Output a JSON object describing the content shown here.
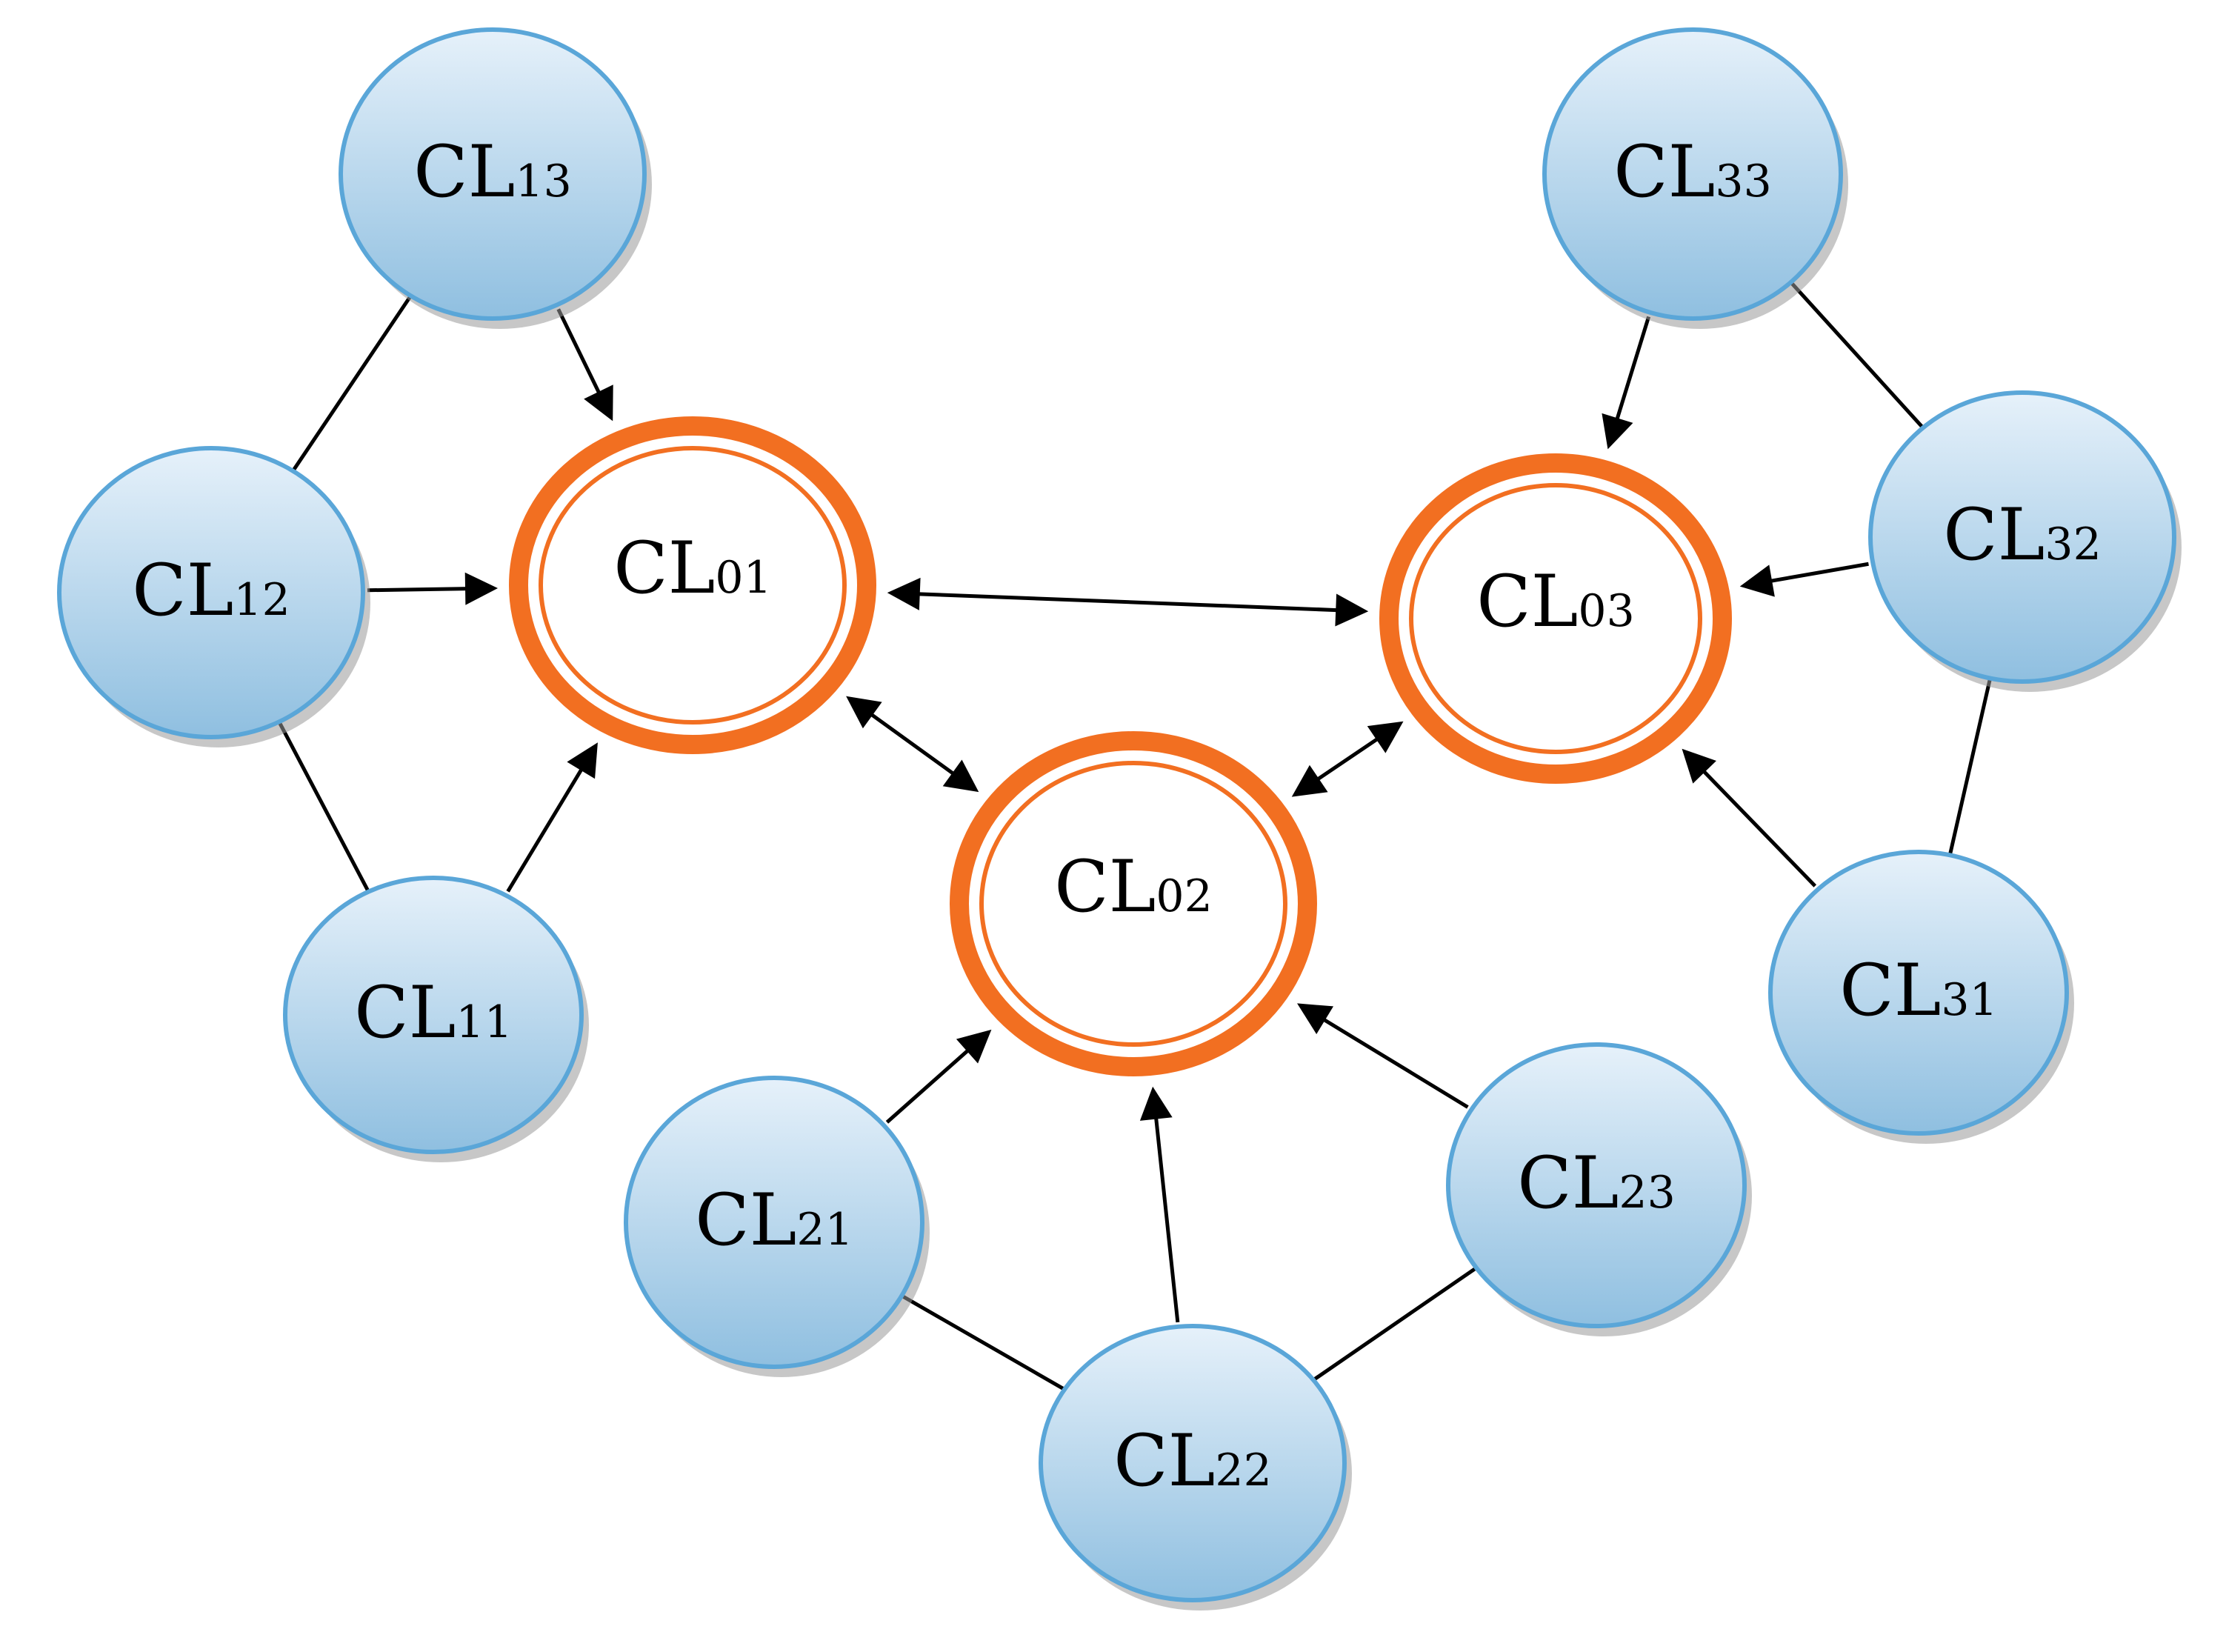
{
  "diagram": {
    "colors": {
      "member_fill_top": "#e6f1fa",
      "member_fill_bottom": "#8fbfe0",
      "member_stroke": "#5aa6d8",
      "hub_stroke": "#f26f21",
      "shadow": "#999999",
      "edge": "#000000"
    },
    "hubs": [
      {
        "id": "CL01",
        "main": "CL",
        "sub": "01"
      },
      {
        "id": "CL02",
        "main": "CL",
        "sub": "02"
      },
      {
        "id": "CL03",
        "main": "CL",
        "sub": "03"
      }
    ],
    "members": [
      {
        "id": "CL11",
        "main": "CL",
        "sub": "11"
      },
      {
        "id": "CL12",
        "main": "CL",
        "sub": "12"
      },
      {
        "id": "CL13",
        "main": "CL",
        "sub": "13"
      },
      {
        "id": "CL21",
        "main": "CL",
        "sub": "21"
      },
      {
        "id": "CL22",
        "main": "CL",
        "sub": "22"
      },
      {
        "id": "CL23",
        "main": "CL",
        "sub": "23"
      },
      {
        "id": "CL31",
        "main": "CL",
        "sub": "31"
      },
      {
        "id": "CL32",
        "main": "CL",
        "sub": "32"
      },
      {
        "id": "CL33",
        "main": "CL",
        "sub": "33"
      }
    ],
    "edges": [
      {
        "from": "CL13",
        "to": "CL01",
        "type": "arrow"
      },
      {
        "from": "CL12",
        "to": "CL01",
        "type": "arrow"
      },
      {
        "from": "CL11",
        "to": "CL01",
        "type": "arrow"
      },
      {
        "from": "CL12",
        "to": "CL13",
        "type": "line"
      },
      {
        "from": "CL12",
        "to": "CL11",
        "type": "line"
      },
      {
        "from": "CL01",
        "to": "CL03",
        "type": "double-arrow"
      },
      {
        "from": "CL01",
        "to": "CL02",
        "type": "double-arrow"
      },
      {
        "from": "CL02",
        "to": "CL03",
        "type": "double-arrow"
      },
      {
        "from": "CL21",
        "to": "CL02",
        "type": "arrow"
      },
      {
        "from": "CL22",
        "to": "CL02",
        "type": "arrow"
      },
      {
        "from": "CL23",
        "to": "CL02",
        "type": "arrow"
      },
      {
        "from": "CL21",
        "to": "CL22",
        "type": "line"
      },
      {
        "from": "CL22",
        "to": "CL23",
        "type": "line"
      },
      {
        "from": "CL33",
        "to": "CL03",
        "type": "arrow"
      },
      {
        "from": "CL32",
        "to": "CL03",
        "type": "arrow"
      },
      {
        "from": "CL31",
        "to": "CL03",
        "type": "arrow"
      },
      {
        "from": "CL33",
        "to": "CL32",
        "type": "line"
      },
      {
        "from": "CL32",
        "to": "CL31",
        "type": "line"
      }
    ]
  }
}
